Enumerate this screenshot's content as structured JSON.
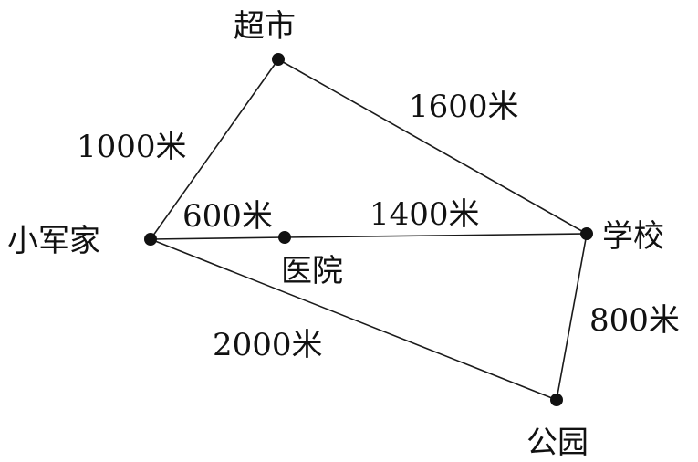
{
  "nodes": {
    "home": {
      "label": "小军家"
    },
    "supermarket": {
      "label": "超市"
    },
    "hospital": {
      "label": "医院"
    },
    "school": {
      "label": "学校"
    },
    "park": {
      "label": "公园"
    }
  },
  "edges": {
    "home_supermarket": {
      "label": "1000米"
    },
    "supermarket_school": {
      "label": "1600米"
    },
    "home_hospital": {
      "label": "600米"
    },
    "hospital_school": {
      "label": "1400米"
    },
    "school_park": {
      "label": "800米"
    },
    "home_park": {
      "label": "2000米"
    }
  }
}
